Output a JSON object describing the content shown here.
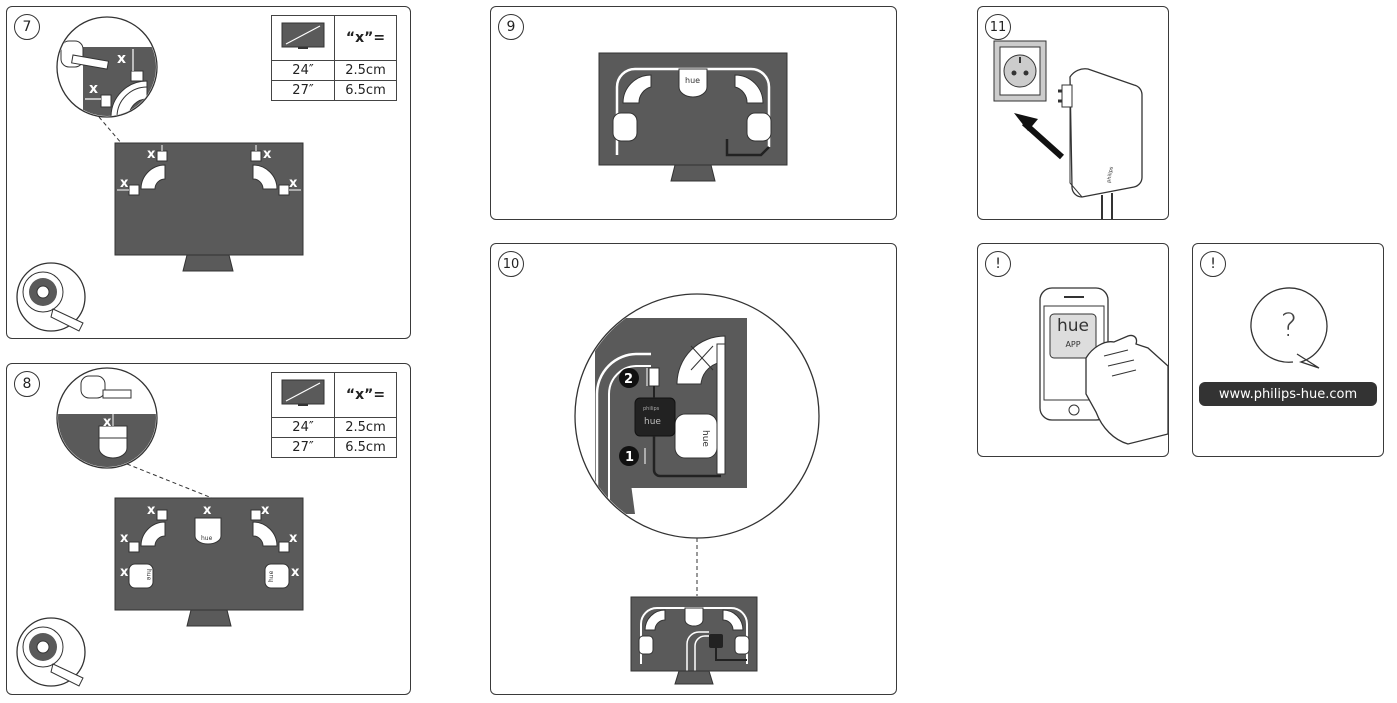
{
  "steps": {
    "s7": "7",
    "s8": "8",
    "s9": "9",
    "s10": "10",
    "s11": "11",
    "note_app": "!",
    "note_web": "!"
  },
  "size_table": {
    "header": "“x”=",
    "rows": [
      {
        "size": "24″",
        "x": "2.5cm"
      },
      {
        "size": "27″",
        "x": "6.5cm"
      }
    ]
  },
  "dimension_label": "x",
  "hue_logo": "hue",
  "bridge_brand": "philips",
  "app": {
    "logo": "hue",
    "label": "APP"
  },
  "help": {
    "symbol": "?",
    "url": "www.philips-hue.com"
  },
  "callouts": {
    "one": "1",
    "two": "2"
  },
  "colors": {
    "tv": "#5a5a5a",
    "outline": "#333333"
  }
}
